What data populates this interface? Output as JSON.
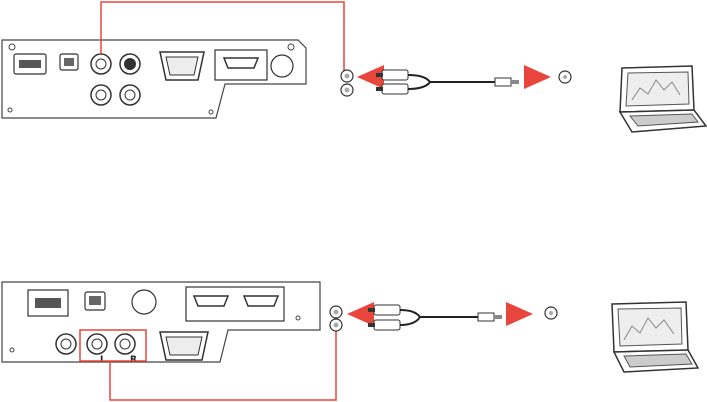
{
  "diagrams": [
    {
      "id": "top",
      "callout_color": "#e8453c",
      "arrow_color": "#e8453c"
    },
    {
      "id": "bottom",
      "callout_color": "#e8453c",
      "arrow_color": "#e8453c",
      "port_labels": {
        "left": "L",
        "right": "R"
      }
    }
  ]
}
